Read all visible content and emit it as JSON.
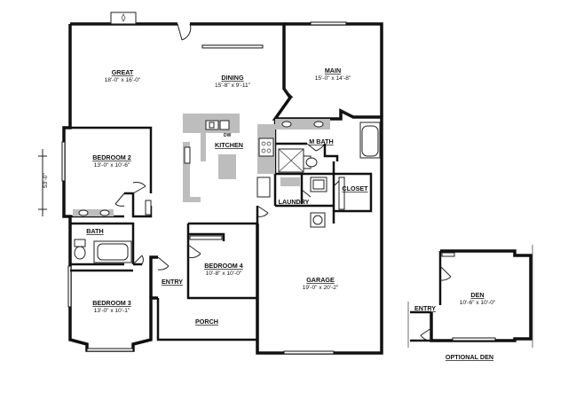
{
  "rooms": {
    "great": {
      "label": "GREAT",
      "dim": "18'-0\" x 16'-0\""
    },
    "dining": {
      "label": "DINING",
      "dim": "15'-8\" x 9'-11\""
    },
    "main": {
      "label": "MAIN",
      "dim": "15'-0\" x 14'-8\""
    },
    "kitchen": {
      "label": "KITCHEN"
    },
    "mbath": {
      "label": "M BATH"
    },
    "bedroom2": {
      "label": "BEDROOM 2",
      "dim": "13'-0\" x 10'-6\""
    },
    "closet": {
      "label": "CLOSET"
    },
    "laundry": {
      "label": "LAUNDRY"
    },
    "bath": {
      "label": "BATH"
    },
    "bedroom4": {
      "label": "BEDROOM 4",
      "dim": "10'-8\" x 10'-0\""
    },
    "garage": {
      "label": "GARAGE",
      "dim": "19'-0\" x 20'-2\""
    },
    "entry": {
      "label": "ENTRY"
    },
    "bedroom3": {
      "label": "BEDROOM 3",
      "dim": "13'-0\" x 10'-1\""
    },
    "porch": {
      "label": "PORCH"
    },
    "den": {
      "label": "DEN",
      "dim": "10'-6\" x 10'-0\""
    },
    "den_entry": {
      "label": "ENTRY"
    }
  },
  "fixtures": {
    "dishwasher": "DW"
  },
  "overall_dimension": "53'-0\"",
  "optional_den_caption": "OPTIONAL DEN"
}
